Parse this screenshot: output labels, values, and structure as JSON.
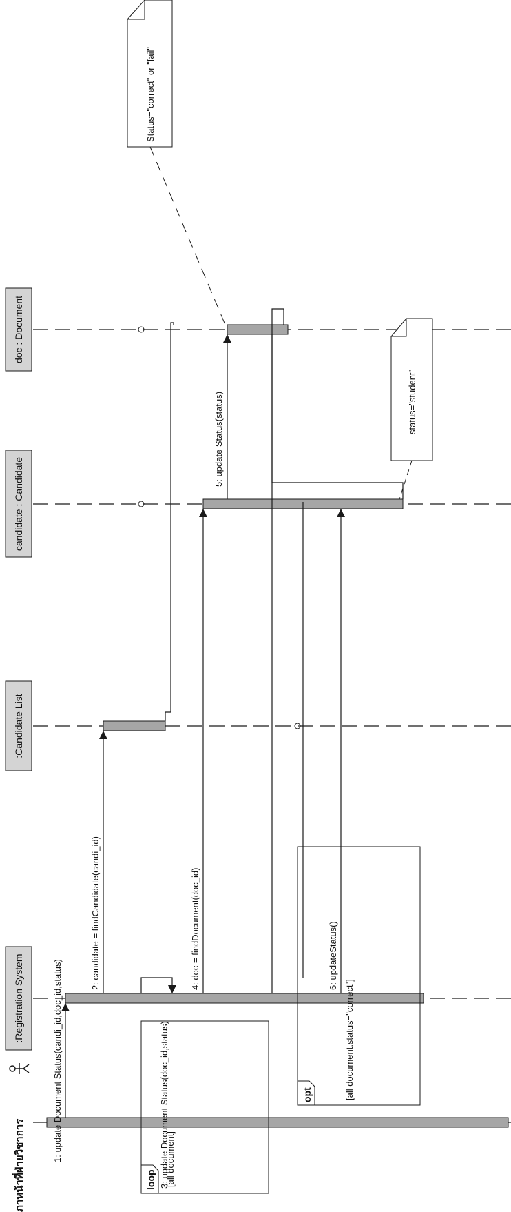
{
  "diagram": {
    "type": "UML sequence diagram",
    "orientation": "rotated 90 degrees counter-clockwise",
    "lifelines": [
      {
        "id": "actor",
        "label": "ภาหน้าที่ฝ่ายวิชาการ",
        "kind": "actor"
      },
      {
        "id": "reg",
        "label": ":Registration System",
        "kind": "object"
      },
      {
        "id": "clist",
        "label": ":Candidate List",
        "kind": "object"
      },
      {
        "id": "cand",
        "label": "candidate : Candidate",
        "kind": "object"
      },
      {
        "id": "doc",
        "label": "doc : Document",
        "kind": "object"
      }
    ],
    "messages": [
      {
        "label": "1: update Document Status(candi_id,doc_id,status)"
      },
      {
        "label": "2: candidate = findCandidate(candi_id)"
      },
      {
        "label": "3: update Document Status(doc_id,status)"
      },
      {
        "label": "4: doc = findDocument(doc_id)"
      },
      {
        "label": "5: update Status(status)"
      },
      {
        "label": "6: updateStatus()"
      }
    ],
    "fragments": [
      {
        "operator": "loop",
        "guard": "[all document]"
      },
      {
        "operator": "opt",
        "guard": "[all document.status=\"correct\"]"
      }
    ],
    "notes": [
      {
        "text": "Status=\"correct\" or \"fail\""
      },
      {
        "text": "status=\"student\""
      }
    ],
    "colors": {
      "line": "#1a1a1a",
      "activation": "#a6a6a6",
      "header": "#d4d4d4",
      "background": "#ffffff"
    }
  }
}
